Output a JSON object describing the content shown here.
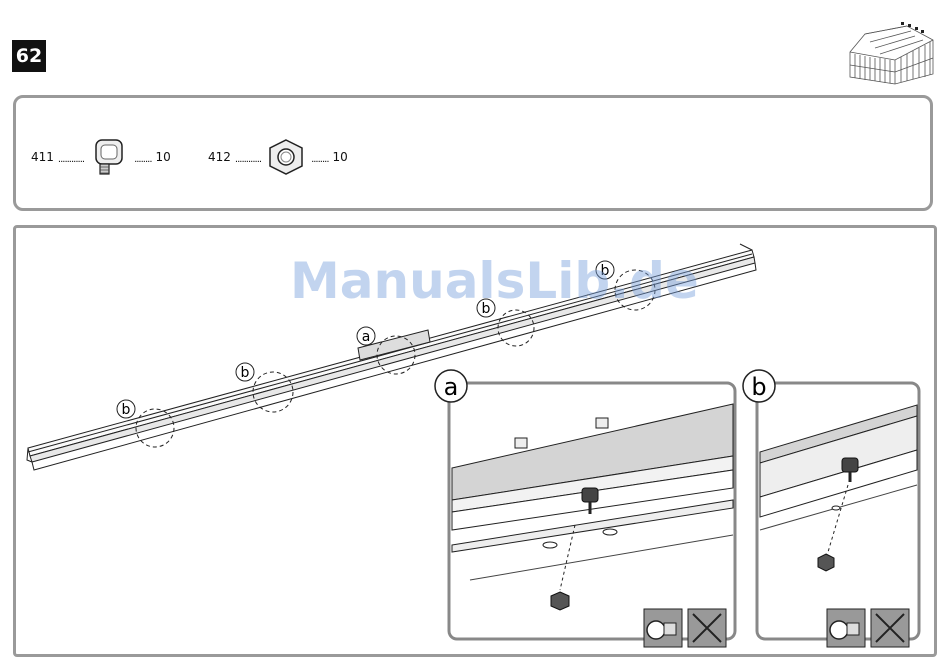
{
  "step": {
    "number": "62"
  },
  "parts": [
    {
      "code": "411",
      "dots": "............",
      "qty_dots": "........",
      "qty": "10",
      "icon": "bolt-icon"
    },
    {
      "code": "412",
      "dots": "............",
      "qty_dots": "........",
      "qty": "10",
      "icon": "nut-icon"
    }
  ],
  "callouts": {
    "a": "a",
    "b": "b"
  },
  "details": {
    "a_label": "a",
    "b_label": "b"
  },
  "watermark": "ManualsLib.de",
  "colors": {
    "frame": "#9a9a9a",
    "badge": "#111111",
    "watermark": "#78a0dc"
  }
}
